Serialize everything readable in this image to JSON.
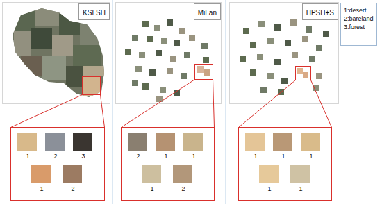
{
  "diagram": {
    "nodes": [
      {
        "text": [
          "KSLSH"
        ]
      },
      {
        "text": [
          "MiLan"
        ]
      },
      {
        "text": [
          "HPSH+S"
        ]
      },
      {
        "text": [
          "1:desert",
          "2:bareland",
          "3:forest"
        ]
      },
      {
        "text": [
          "1",
          "2",
          "3",
          "1",
          "2"
        ]
      },
      {
        "text": [
          "2",
          "1",
          "1",
          "1",
          "2"
        ]
      },
      {
        "text": [
          "1",
          "1",
          "1",
          "1",
          "1"
        ]
      }
    ]
  }
}
